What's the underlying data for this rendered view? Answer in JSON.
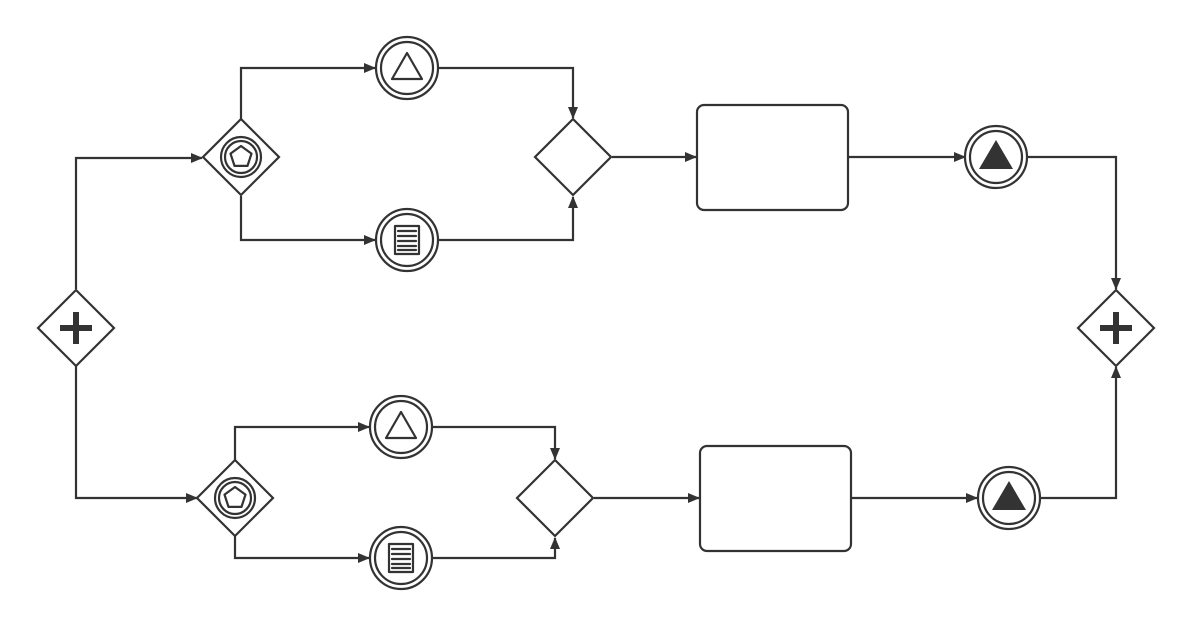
{
  "diagram": {
    "type": "bpmn-process",
    "colors": {
      "stroke": "#333333",
      "background": "#ffffff"
    },
    "nodes": [
      {
        "id": "split",
        "kind": "parallel-gateway",
        "icon": "plus-icon"
      },
      {
        "id": "top-event-gw",
        "kind": "event-based-gateway",
        "icon": "pentagon-icon"
      },
      {
        "id": "top-signal-catch",
        "kind": "intermediate-signal-catch-event",
        "icon": "triangle-outline-icon"
      },
      {
        "id": "top-conditional-catch",
        "kind": "intermediate-conditional-catch-event",
        "icon": "document-lines-icon"
      },
      {
        "id": "top-merge",
        "kind": "exclusive-gateway",
        "icon": ""
      },
      {
        "id": "top-task",
        "kind": "task",
        "label": ""
      },
      {
        "id": "top-signal-throw",
        "kind": "intermediate-signal-throw-event",
        "icon": "triangle-filled-icon"
      },
      {
        "id": "bottom-event-gw",
        "kind": "event-based-gateway",
        "icon": "pentagon-icon"
      },
      {
        "id": "bottom-signal-catch",
        "kind": "intermediate-signal-catch-event",
        "icon": "triangle-outline-icon"
      },
      {
        "id": "bottom-conditional-catch",
        "kind": "intermediate-conditional-catch-event",
        "icon": "document-lines-icon"
      },
      {
        "id": "bottom-merge",
        "kind": "exclusive-gateway",
        "icon": ""
      },
      {
        "id": "bottom-task",
        "kind": "task",
        "label": ""
      },
      {
        "id": "bottom-signal-throw",
        "kind": "intermediate-signal-throw-event",
        "icon": "triangle-filled-icon"
      },
      {
        "id": "join",
        "kind": "parallel-gateway",
        "icon": "plus-icon"
      }
    ],
    "edges": [
      {
        "from": "split",
        "to": "top-event-gw"
      },
      {
        "from": "split",
        "to": "bottom-event-gw"
      },
      {
        "from": "top-event-gw",
        "to": "top-signal-catch"
      },
      {
        "from": "top-event-gw",
        "to": "top-conditional-catch"
      },
      {
        "from": "top-signal-catch",
        "to": "top-merge"
      },
      {
        "from": "top-conditional-catch",
        "to": "top-merge"
      },
      {
        "from": "top-merge",
        "to": "top-task"
      },
      {
        "from": "top-task",
        "to": "top-signal-throw"
      },
      {
        "from": "top-signal-throw",
        "to": "join"
      },
      {
        "from": "bottom-event-gw",
        "to": "bottom-signal-catch"
      },
      {
        "from": "bottom-event-gw",
        "to": "bottom-conditional-catch"
      },
      {
        "from": "bottom-signal-catch",
        "to": "bottom-merge"
      },
      {
        "from": "bottom-conditional-catch",
        "to": "bottom-merge"
      },
      {
        "from": "bottom-merge",
        "to": "bottom-task"
      },
      {
        "from": "bottom-task",
        "to": "bottom-signal-throw"
      },
      {
        "from": "bottom-signal-throw",
        "to": "join"
      }
    ]
  }
}
